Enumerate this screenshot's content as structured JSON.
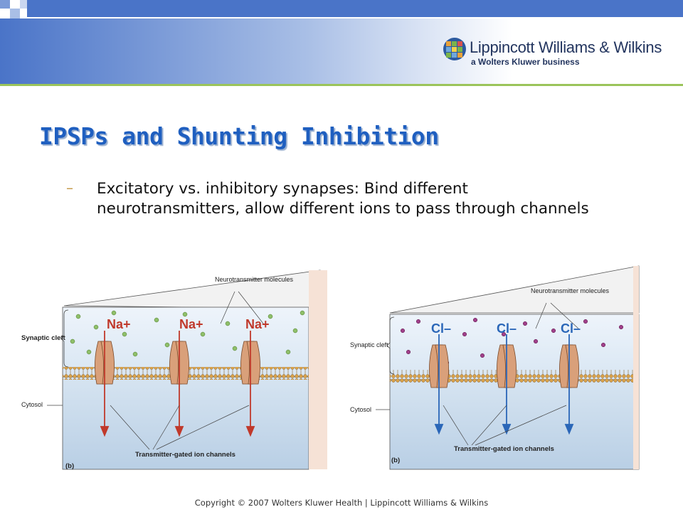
{
  "header": {
    "brand_name": "Lippincott Williams & Wilkins",
    "brand_tagline": "a Wolters Kluwer business"
  },
  "slide": {
    "title": "IPSPs and Shunting Inhibition",
    "bullet_marker": "–",
    "bullet_text": "Excitatory vs. inhibitory synapses: Bind different neurotransmitters, allow different ions to pass through channels"
  },
  "figures": {
    "left": {
      "neurotransmitter_label": "Neurotransmitter molecules",
      "synaptic_cleft_label": "Synaptic cleft",
      "cytosol_label": "Cytosol",
      "channels_label": "Transmitter-gated ion channels",
      "panel_letter": "(b)",
      "ion_label": "Na+",
      "ion_color": "#c0392b",
      "molecule_color": "#8fbf6a"
    },
    "right": {
      "neurotransmitter_label": "Neurotransmitter molecules",
      "synaptic_cleft_label": "Synaptic cleft",
      "cytosol_label": "Cytosol",
      "channels_label": "Transmitter-gated ion channels",
      "panel_letter": "(b)",
      "ion_label": "Cl–",
      "ion_color": "#2a66b8",
      "molecule_color": "#a0408a"
    }
  },
  "footer": {
    "text": "Copyright © 2007 Wolters Kluwer Health | Lippincott Williams & Wilkins"
  }
}
